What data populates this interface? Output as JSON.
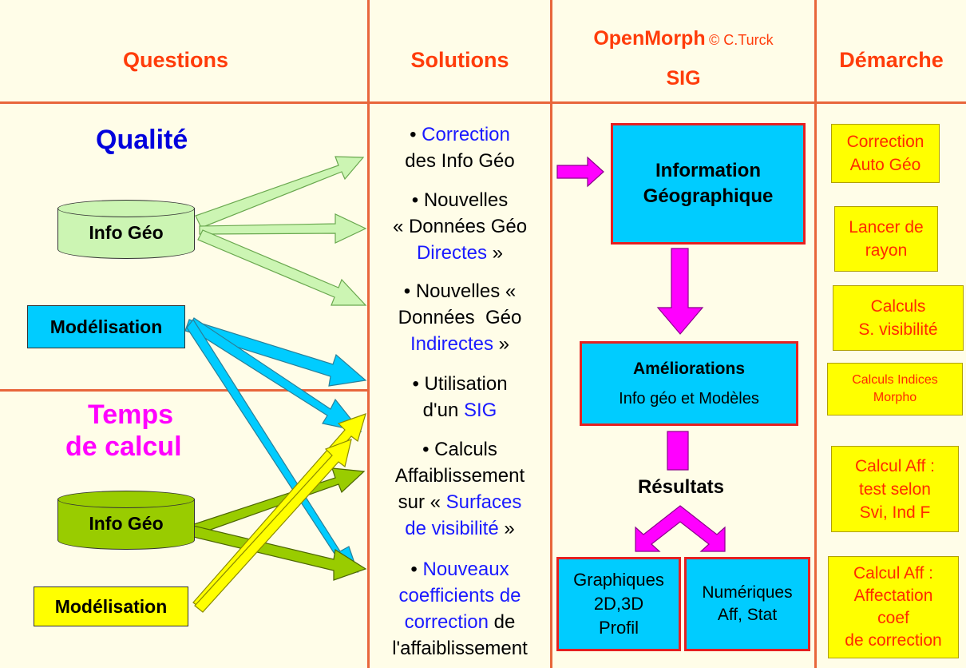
{
  "header": {
    "questions": "Questions",
    "solutions": "Solutions",
    "openmorph": "OpenMorph",
    "copyright": "© C.Turck",
    "sig": "SIG",
    "demarche": "Démarche"
  },
  "left": {
    "qualite": "Qualité",
    "temps_line1": "Temps",
    "temps_line2": "de calcul",
    "info_geo_1": "Info Géo",
    "modelisation_1": "Modélisation",
    "info_geo_2": "Info Géo",
    "modelisation_2": "Modélisation"
  },
  "solutions": [
    {
      "bullet": "• ",
      "blue": "Correction",
      "rest": "des Info Géo"
    },
    {
      "line1": "• Nouvelles",
      "line2": "« Données Géo",
      "blue": "Directes",
      "after": " »"
    },
    {
      "line1": "• Nouvelles «",
      "line2": "Données  Géo",
      "blue": "Indirectes",
      "after": " »"
    },
    {
      "line1": "• Utilisation",
      "pre": "d'un ",
      "blue": "SIG"
    },
    {
      "line1": "• Calculs",
      "line2": "Affaiblissement",
      "pre": "sur « ",
      "blue1": "Surfaces",
      "blue2": "de visibilité",
      "after": " »"
    },
    {
      "bullet": "• ",
      "blue1": "Nouveaux",
      "blue2": "coefficients de",
      "blue3": "correction",
      "after": " de",
      "line_last": "l'affaiblissement"
    }
  ],
  "openmorph": {
    "info_geo_box": [
      "Information",
      "Géographique"
    ],
    "ameliorations_title": "Améliorations",
    "ameliorations_sub": "Info géo et Modèles",
    "resultats": "Résultats",
    "graphiques": [
      "Graphiques",
      "2D,3D",
      "Profil"
    ],
    "numeriques": [
      "Numériques",
      "Aff, Stat"
    ]
  },
  "demarche": [
    [
      "Correction",
      "Auto Géo"
    ],
    [
      "Lancer de",
      "rayon"
    ],
    [
      "Calculs",
      "S. visibilité"
    ],
    [
      "Calculs Indices",
      "Morpho"
    ],
    [
      "Calcul Aff :",
      "test selon",
      "Svi, Ind F"
    ],
    [
      "Calcul Aff :",
      "Affectation",
      "coef",
      "de correction"
    ]
  ],
  "colors": {
    "header_text": "#ff3c0a",
    "grid_line": "#e8663b",
    "green_light": "#ccf5b3",
    "green_dark": "#99cc00",
    "cyan": "#00ccff",
    "yellow": "#ffff00",
    "magenta": "#ff00ff",
    "blue_text": "#1a1aff",
    "qualite": "#0000dd",
    "temps": "#ff00ff"
  }
}
